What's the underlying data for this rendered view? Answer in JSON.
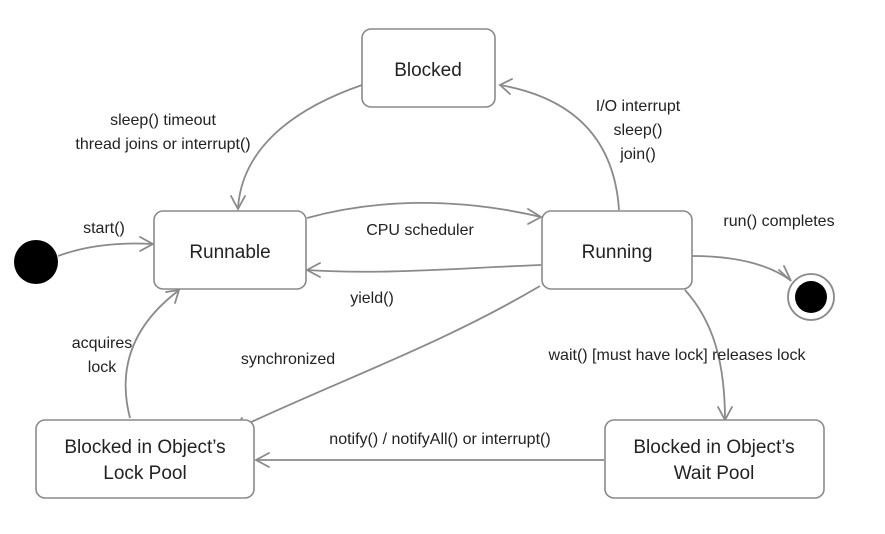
{
  "states": {
    "blocked": "Blocked",
    "runnable": "Runnable",
    "running": "Running",
    "lock_pool_line1": "Blocked in Object’s",
    "lock_pool_line2": "Lock Pool",
    "wait_pool_line1": "Blocked in Object’s",
    "wait_pool_line2": "Wait Pool"
  },
  "transitions": {
    "start": "start()",
    "sleep_timeout": "sleep() timeout",
    "thread_joins": "thread joins or interrupt()",
    "io_interrupt": "I/O interrupt",
    "sleep": "sleep()",
    "join": "join()",
    "cpu_scheduler": "CPU scheduler",
    "yield": "yield()",
    "run_completes": "run() completes",
    "acquires": "acquires",
    "lock": "lock",
    "synchronized": "synchronized",
    "wait_releases": "wait() [must have lock] releases lock",
    "notify": "notify() / notifyAll() or interrupt()"
  }
}
